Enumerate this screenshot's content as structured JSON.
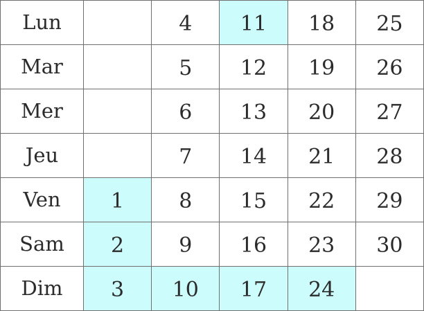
{
  "calendar": {
    "highlight_color": "#ccfcfc",
    "rows": [
      {
        "day": "Lun",
        "cells": [
          {
            "v": "",
            "hl": false
          },
          {
            "v": "4",
            "hl": false
          },
          {
            "v": "11",
            "hl": true
          },
          {
            "v": "18",
            "hl": false
          },
          {
            "v": "25",
            "hl": false
          }
        ]
      },
      {
        "day": "Mar",
        "cells": [
          {
            "v": "",
            "hl": false
          },
          {
            "v": "5",
            "hl": false
          },
          {
            "v": "12",
            "hl": false
          },
          {
            "v": "19",
            "hl": false
          },
          {
            "v": "26",
            "hl": false
          }
        ]
      },
      {
        "day": "Mer",
        "cells": [
          {
            "v": "",
            "hl": false
          },
          {
            "v": "6",
            "hl": false
          },
          {
            "v": "13",
            "hl": false
          },
          {
            "v": "20",
            "hl": false
          },
          {
            "v": "27",
            "hl": false
          }
        ]
      },
      {
        "day": "Jeu",
        "cells": [
          {
            "v": "",
            "hl": false
          },
          {
            "v": "7",
            "hl": false
          },
          {
            "v": "14",
            "hl": false
          },
          {
            "v": "21",
            "hl": false
          },
          {
            "v": "28",
            "hl": false
          }
        ]
      },
      {
        "day": "Ven",
        "cells": [
          {
            "v": "1",
            "hl": true
          },
          {
            "v": "8",
            "hl": false
          },
          {
            "v": "15",
            "hl": false
          },
          {
            "v": "22",
            "hl": false
          },
          {
            "v": "29",
            "hl": false
          }
        ]
      },
      {
        "day": "Sam",
        "cells": [
          {
            "v": "2",
            "hl": true
          },
          {
            "v": "9",
            "hl": false
          },
          {
            "v": "16",
            "hl": false
          },
          {
            "v": "23",
            "hl": false
          },
          {
            "v": "30",
            "hl": false
          }
        ]
      },
      {
        "day": "Dim",
        "cells": [
          {
            "v": "3",
            "hl": true
          },
          {
            "v": "10",
            "hl": true
          },
          {
            "v": "17",
            "hl": true
          },
          {
            "v": "24",
            "hl": true
          },
          {
            "v": "",
            "hl": false
          }
        ]
      }
    ]
  }
}
